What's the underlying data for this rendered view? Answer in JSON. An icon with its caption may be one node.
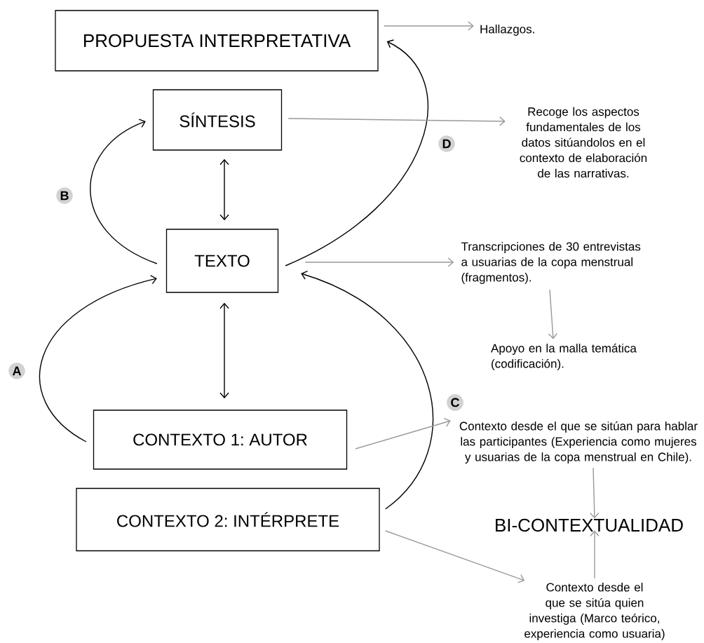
{
  "diagram": {
    "nodes": [
      {
        "text": [
          "PROPUESTA INTERPRETATIVA"
        ]
      },
      {
        "text": [
          "SÍNTESIS"
        ]
      },
      {
        "text": [
          "TEXTO"
        ]
      },
      {
        "text": [
          "CONTEXTO 1: AUTOR"
        ]
      },
      {
        "text": [
          "CONTEXTO 2: INTÉRPRETE"
        ]
      },
      {
        "text": [
          "Hallazgos."
        ]
      },
      {
        "text": [
          "Recoge los aspectos fundamentales de los datos sitúandolos en el contexto de elaboración de las narrativas."
        ]
      },
      {
        "text": [
          "Transcripciones de 30 entrevistas a usuarias de la copa menstrual (fragmentos)."
        ]
      },
      {
        "text": [
          "Apoyo en la malla temática (codificación)."
        ]
      },
      {
        "text": [
          "Contexto desde el que se sitúan para hablar las participantes (Experiencia como mujeres y usuarias de la copa menstrual en Chile)."
        ]
      },
      {
        "text": [
          "BI-CONTEXTUALIDAD"
        ]
      },
      {
        "text": [
          "Contexto desde el que se sitúa quien investiga (Marco teórico, experiencia como usuaria)"
        ]
      }
    ],
    "edges": [
      {
        "from": 2,
        "to": 0,
        "arrow": "to",
        "label": "D",
        "color": "#000000"
      },
      {
        "from": 2,
        "to": 1,
        "arrow": "to",
        "label": "B",
        "color": "#000000"
      },
      {
        "from": 1,
        "to": 2,
        "arrow": "both",
        "color": "#000000"
      },
      {
        "from": 2,
        "to": 3,
        "arrow": "both",
        "color": "#000000"
      },
      {
        "from": 3,
        "to": 2,
        "arrow": "to",
        "label": "A",
        "color": "#000000"
      },
      {
        "from": 4,
        "to": 2,
        "arrow": "to",
        "label": "C",
        "color": "#000000"
      },
      {
        "from": 0,
        "to": 5,
        "arrow": "to"
      },
      {
        "from": 1,
        "to": 6,
        "arrow": "to"
      },
      {
        "from": 2,
        "to": 7,
        "arrow": "to"
      },
      {
        "from": 7,
        "to": 8,
        "arrow": "to"
      },
      {
        "from": 3,
        "to": 9,
        "arrow": "to"
      },
      {
        "from": 9,
        "to": 10,
        "arrow": "to"
      },
      {
        "from": 4,
        "to": 11,
        "arrow": "to"
      },
      {
        "from": 11,
        "to": 10,
        "arrow": "to"
      }
    ]
  }
}
